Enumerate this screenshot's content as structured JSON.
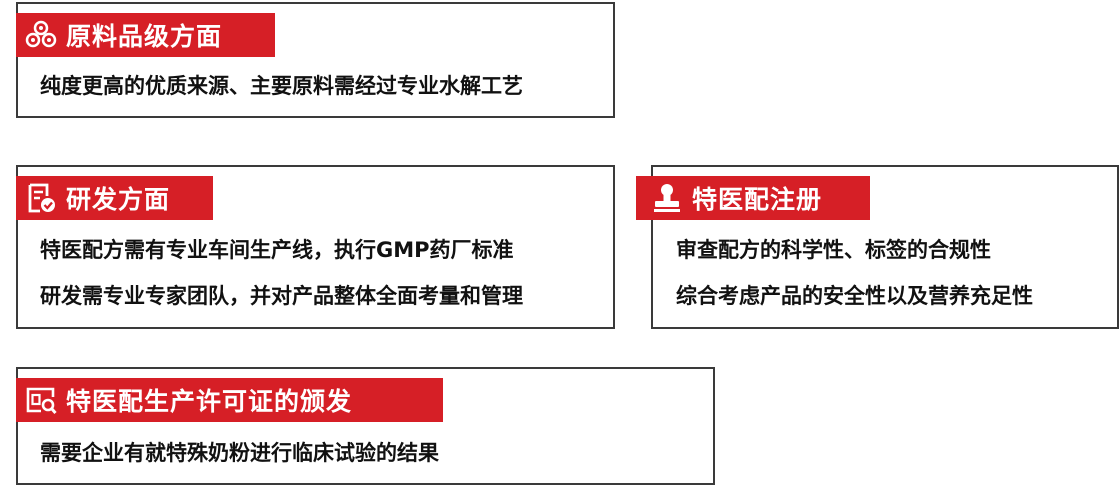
{
  "sections": [
    {
      "title": "原料品级方面",
      "icon": "raw-materials-icon",
      "lines": [
        "纯度更高的优质来源、主要原料需经过专业水解工艺"
      ]
    },
    {
      "title": "研发方面",
      "icon": "document-check-icon",
      "lines": [
        "特医配方需有专业车间生产线，执行GMP药厂标准",
        "研发需专业专家团队，并对产品整体全面考量和管理"
      ]
    },
    {
      "title": "特医配注册",
      "icon": "stamp-icon",
      "lines": [
        "审查配方的科学性、标签的合规性",
        "综合考虑产品的安全性以及营养充足性"
      ]
    },
    {
      "title": "特医配生产许可证的颁发",
      "icon": "certificate-search-icon",
      "lines": [
        "需要企业有就特殊奶粉进行临床试验的结果"
      ]
    }
  ],
  "colors": {
    "accent": "#d61f26",
    "border": "#3a3a3a"
  }
}
